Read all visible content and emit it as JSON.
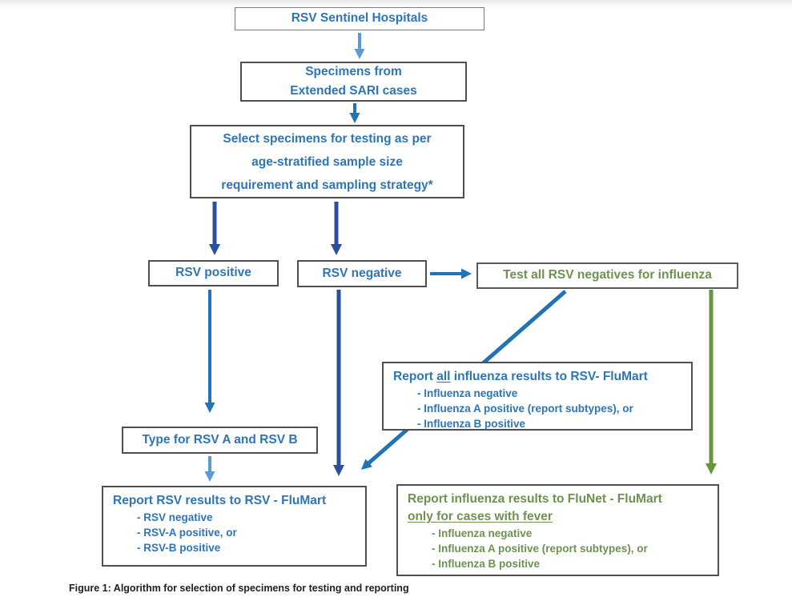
{
  "page": {
    "caption": "Figure 1: Algorithm for selection of specimens for testing and reporting"
  },
  "colors": {
    "blue_text": "#2E75B6",
    "green_text": "#6E9150",
    "arrow_light_blue": "#5B9BD5",
    "arrow_blue": "#2173B4",
    "arrow_navy": "#2B4F9E",
    "arrow_green": "#69953D"
  },
  "nodes": {
    "sentinel": {
      "label": "RSV Sentinel Hospitals"
    },
    "specimens": {
      "line1": "Specimens from",
      "line2": "Extended SARI cases"
    },
    "select": {
      "line1": "Select specimens for testing as per",
      "line2": "age-stratified sample size",
      "line3": "requirement and sampling strategy*"
    },
    "rsv_positive": {
      "label": "RSV positive"
    },
    "rsv_negative": {
      "label": "RSV negative"
    },
    "test_flu": {
      "label": "Test all RSV negatives for influenza"
    },
    "report_flu_rsv": {
      "title_pre": "Report ",
      "title_underline": "all",
      "title_post": " influenza results to RSV- FluMart",
      "bullets": [
        "- Influenza negative",
        "- Influenza A positive (report subtypes), or",
        "- Influenza B positive"
      ]
    },
    "type_rsv": {
      "label": "Type for RSV A and RSV B"
    },
    "report_rsv": {
      "title": "Report RSV results to RSV - FluMart",
      "bullets": [
        "- RSV negative",
        "- RSV-A positive, or",
        "- RSV-B positive"
      ]
    },
    "report_flunet": {
      "title_line1": "Report influenza results to FluNet - FluMart",
      "title_line2": "only for cases with fever",
      "bullets": [
        "- Influenza negative",
        "- Influenza A positive (report subtypes), or",
        "- Influenza B positive"
      ]
    }
  }
}
